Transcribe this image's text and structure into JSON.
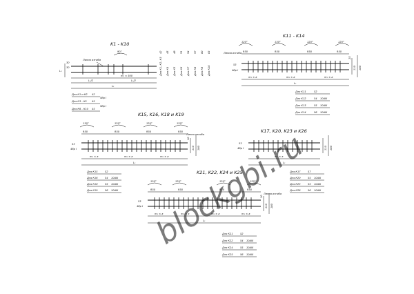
{
  "watermark": "blockgbi.ru",
  "panels": [
    {
      "title": "K1 - K10",
      "line_label": "Линия изгиба",
      "angle_label": "90°",
      "dim_span": "m₁ × 500",
      "dim_half": "L₁/2",
      "dim_total": "L₁",
      "left_dims": [
        "30",
        "30",
        "L₂"
      ],
      "table": [
        {
          "label": "Для К1 и К2",
          "value": "42"
        },
        {
          "label": "Для К3 - К5",
          "value": "45",
          "note": "5Вр I"
        },
        {
          "label": "Для К6 - К10",
          "value": "45",
          "note": "5Вр I"
        }
      ],
      "vertical_labels": [
        "Для К1, К2, К3",
        "Для К4",
        "Для К5",
        "Для К6",
        "Для К7",
        "Для К8",
        "Для К9",
        "Для К10"
      ],
      "vertical_values": [
        "42",
        "45",
        "48",
        "51",
        "54",
        "57",
        "60",
        "63"
      ]
    },
    {
      "title": "K11 - K14",
      "line_label": "Линия изгиба",
      "angles": [
        "120°",
        "130°",
        "120°",
        "120°"
      ],
      "radii": [
        "R50",
        "R50",
        "R50",
        "R50"
      ],
      "bar_label": "53",
      "bar_sub": "4Вр I",
      "dims": [
        "m₁ × a",
        "m₂ × a",
        "m₁ × a"
      ],
      "dim_total": "L₁",
      "right_dims": [
        "25",
        "110",
        "180"
      ],
      "table": [
        {
          "label": "Для К11",
          "value": "52",
          "grade": ""
        },
        {
          "label": "Для К12",
          "value": "54",
          "grade": "10АIII"
        },
        {
          "label": "Для К13",
          "value": "55",
          "grade": "10АIII"
        },
        {
          "label": "Для К14",
          "value": "56",
          "grade": "10АIII"
        }
      ]
    },
    {
      "title": "K15, K16, K18 и K19",
      "line_label": "Линия изгиба",
      "angles": [
        "130°",
        "120°",
        "120°",
        "120°"
      ],
      "radii": [
        "R50",
        "R50",
        "R50",
        "R50"
      ],
      "bar_label": "53",
      "bar_sub": "4Вр I",
      "dims": [
        "m₁ × a",
        "m₂ × a",
        "m₂ × a"
      ],
      "dim_total": "L₁",
      "right_dims": [
        "10",
        "110",
        "180"
      ],
      "table": [
        {
          "label": "Для К15",
          "value": "52",
          "grade": ""
        },
        {
          "label": "Для К16",
          "value": "54",
          "grade": "10АIII"
        },
        {
          "label": "Для К18",
          "value": "55",
          "grade": "10АIII"
        },
        {
          "label": "Для К19",
          "value": "56",
          "grade": "10АIII"
        }
      ]
    },
    {
      "title": "K17, K20, K23 и K26",
      "line_label": "",
      "bar_label": "53",
      "bar_sub": "4Вр I",
      "dims": [
        "m₁ × a"
      ],
      "dim_total": "L₁",
      "right_dims": [
        "110",
        "180"
      ],
      "table": [
        {
          "label": "Для К17",
          "value": "57",
          "grade": ""
        },
        {
          "label": "Для К20",
          "value": "55",
          "grade": "10АIII"
        },
        {
          "label": "Для К23",
          "value": "55",
          "grade": "10АIII"
        },
        {
          "label": "Для К26",
          "value": "56",
          "grade": "10АIII"
        }
      ]
    },
    {
      "title": "K21, K22, K24 и K25",
      "line_label": "Линия изгиба",
      "angles": [
        "130°",
        "120°",
        "120°",
        "120°"
      ],
      "radii": [
        "R50",
        "R50",
        "R50",
        "R50"
      ],
      "bar_label": "53",
      "bar_sub": "4Вр I",
      "dims": [
        "m₁ × a",
        "m₂ × a",
        "m₂ × a",
        "m₁ × a"
      ],
      "dim_total": "L₁",
      "right_dims": [
        "10",
        "110",
        "180"
      ],
      "table": [
        {
          "label": "Для К21",
          "value": "52",
          "grade": ""
        },
        {
          "label": "Для К22",
          "value": "54",
          "grade": "10АIII"
        },
        {
          "label": "Для К24",
          "value": "55",
          "grade": "10АIII"
        },
        {
          "label": "Для К25",
          "value": "56",
          "grade": "10АIII"
        }
      ]
    }
  ]
}
